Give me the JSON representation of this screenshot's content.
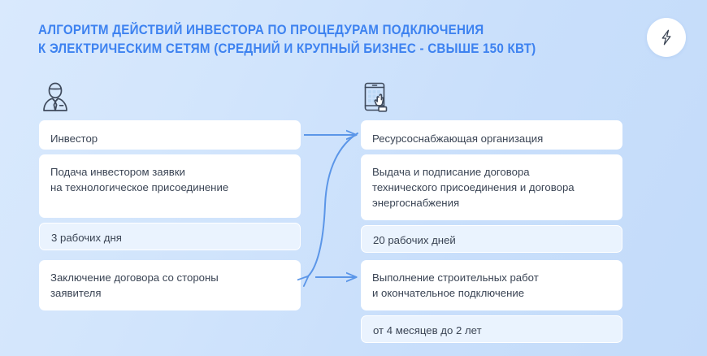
{
  "header": {
    "title_line_1": "АЛГОРИТМ ДЕЙСТВИЙ ИНВЕСТОРА ПО ПРОЦЕДУРАМ ПОДКЛЮЧЕНИЯ",
    "title_line_2": "К ЭЛЕКТРИЧЕСКИМ СЕТЯМ (СРЕДНИЙ И КРУПНЫЙ БИЗНЕС - СВЫШЕ 150 КВТ)",
    "title_color": "#3d82f0",
    "badge_icon": "lightning-bolt-icon"
  },
  "icons": {
    "left": "businessman-icon",
    "right": "smartphone-touch-icon"
  },
  "colors": {
    "background_start": "#d9e9fd",
    "background_end": "#c3dbfa",
    "card_background": "#ffffff",
    "term_background": "#eaf3fe",
    "text": "#3a4454",
    "accent": "#3d82f0",
    "connector": "#5b96e8"
  },
  "columns": {
    "left": {
      "top_group": {
        "heading": "Инвестор",
        "body_lines": [
          "Подача инвестором заявки",
          "на технологическое присоединение"
        ],
        "term": "3 рабочих дня"
      },
      "bottom_group": {
        "body_lines": [
          "Заключение договора со стороны",
          "заявителя"
        ]
      }
    },
    "right": {
      "top_group": {
        "heading": "Ресурсоснабжающая организация",
        "body_lines": [
          "Выдача и подписание договора",
          "технического присоединения и договора",
          "энергоснабжения"
        ],
        "term": "20 рабочих дней"
      },
      "bottom_group": {
        "body_lines": [
          "Выполнение строительных работ",
          "и окончательное подключение"
        ],
        "term": "от 4 месяцев до 2 лет"
      }
    }
  }
}
